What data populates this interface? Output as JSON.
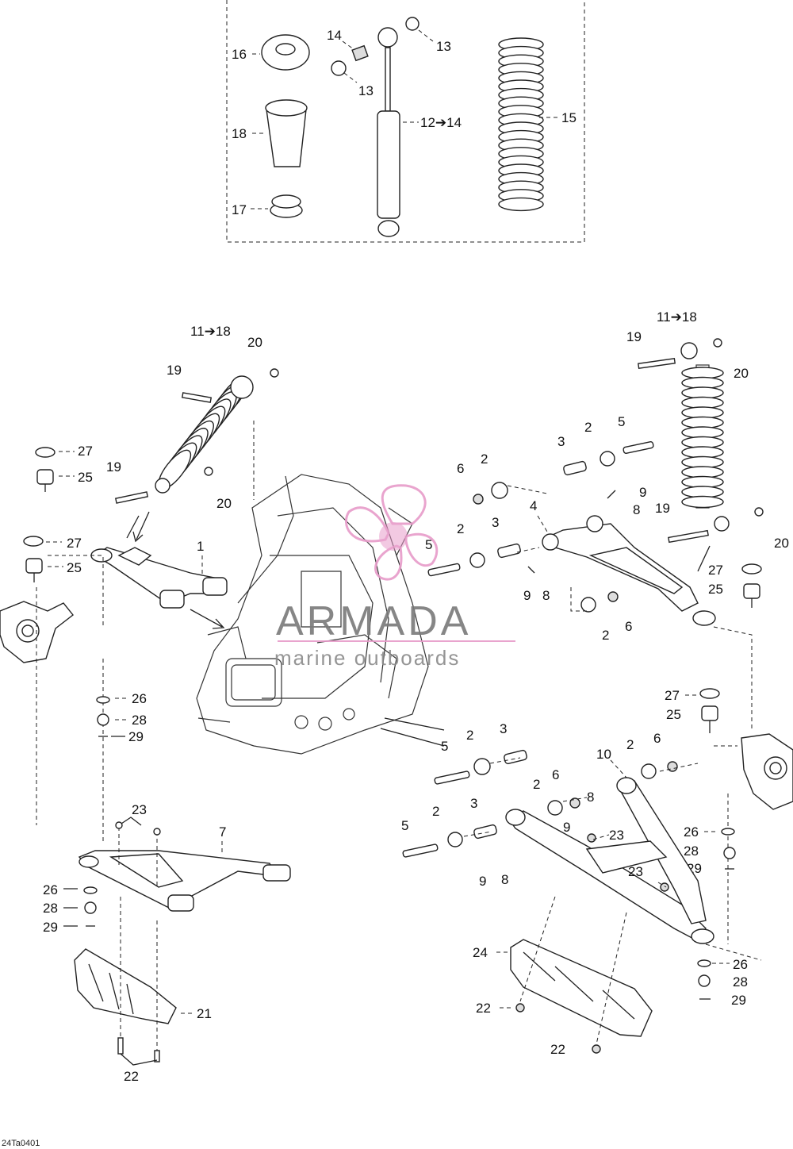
{
  "watermark": {
    "brand": "ARMADA",
    "tagline": "marine outboards",
    "pink": "#e79bc9",
    "gray": "#7a7a7a"
  },
  "ref_code": "24Ta0401",
  "callouts": {
    "c1": "1",
    "c2": "2",
    "c3": "3",
    "c4": "4",
    "c5": "5",
    "c6": "6",
    "c7": "7",
    "c8": "8",
    "c9": "9",
    "c10": "10",
    "c12_14": "12➔14",
    "c11_18": "11➔18",
    "c13": "13",
    "c14": "14",
    "c15": "15",
    "c16": "16",
    "c17": "17",
    "c18": "18",
    "c19": "19",
    "c20": "20",
    "c21": "21",
    "c22": "22",
    "c23": "23",
    "c24": "24",
    "c25": "25",
    "c26": "26",
    "c27": "27",
    "c28": "28",
    "c29": "29"
  }
}
